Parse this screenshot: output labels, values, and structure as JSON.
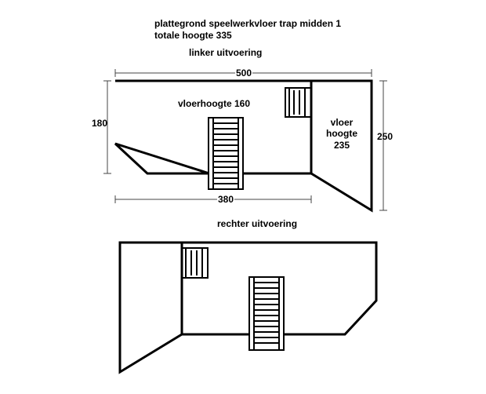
{
  "title": {
    "line1": "plattegrond speelwerkvloer trap midden 1",
    "line2": "totale hoogte 335"
  },
  "left_version": {
    "heading": "linker uitvoering",
    "floor_height_label": "vloerhoogte 160",
    "side_floor_label": [
      "vloer",
      "hoogte",
      "235"
    ],
    "dimensions": {
      "top_width": "500",
      "left_height": "180",
      "right_height": "250",
      "bottom_width": "380"
    }
  },
  "right_version": {
    "heading": "rechter uitvoering"
  },
  "colors": {
    "line": "#000000",
    "background": "#ffffff",
    "dim_line": "#555555"
  }
}
